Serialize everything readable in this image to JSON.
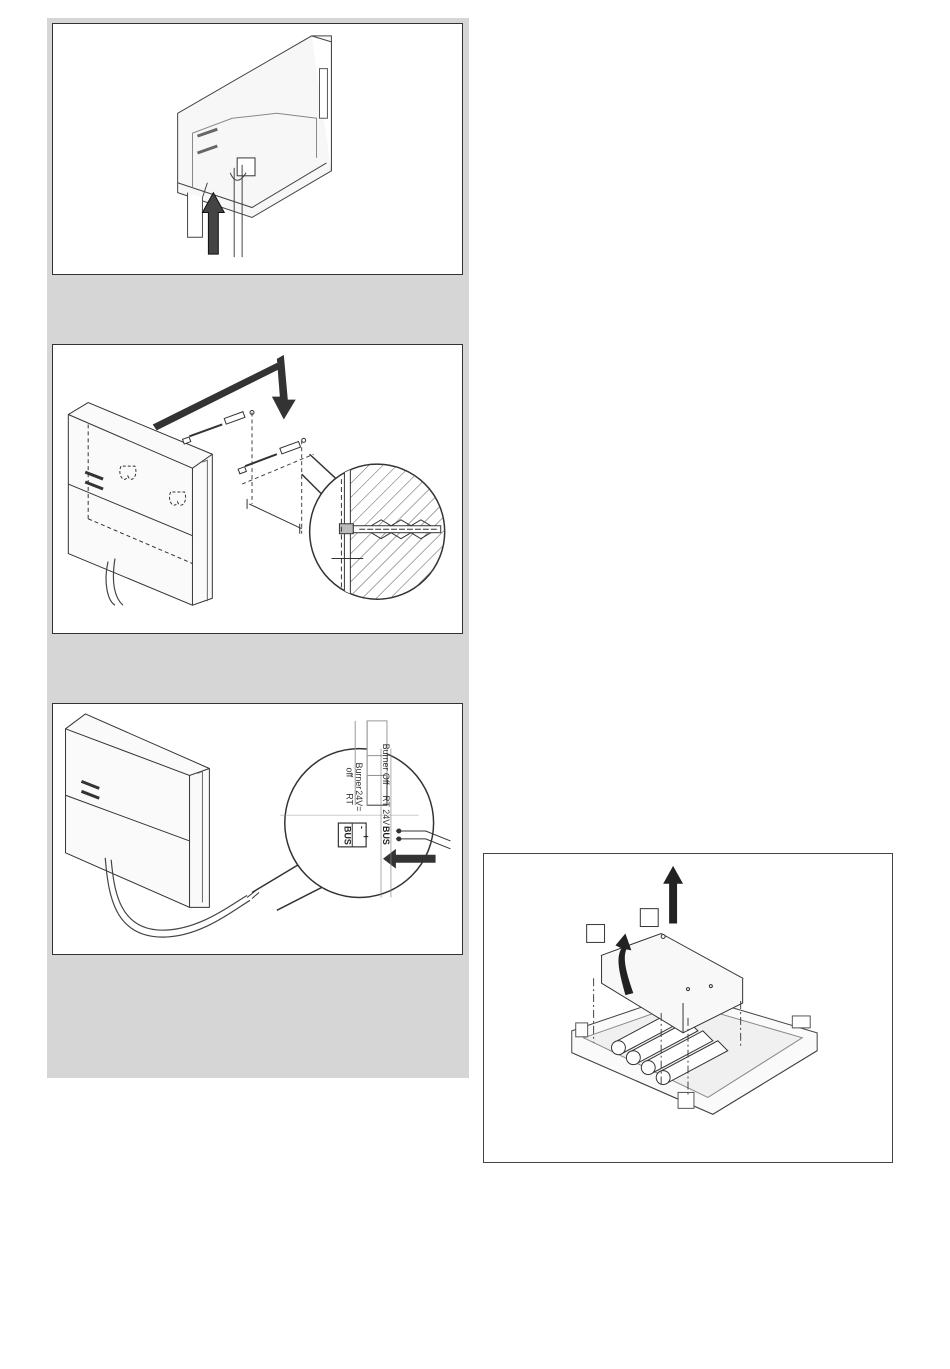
{
  "fig3": {
    "labels": {
      "burner_off": "Burner Off",
      "rt24v": "RT 24V",
      "bus_top": "BUS",
      "burner": "Burner",
      "off": "off",
      "v24": "24V=",
      "rt": "RT",
      "minus": "-",
      "plus": "+",
      "bus_box": "BUS"
    }
  },
  "fig4": {
    "callouts": [
      "",
      ""
    ]
  }
}
